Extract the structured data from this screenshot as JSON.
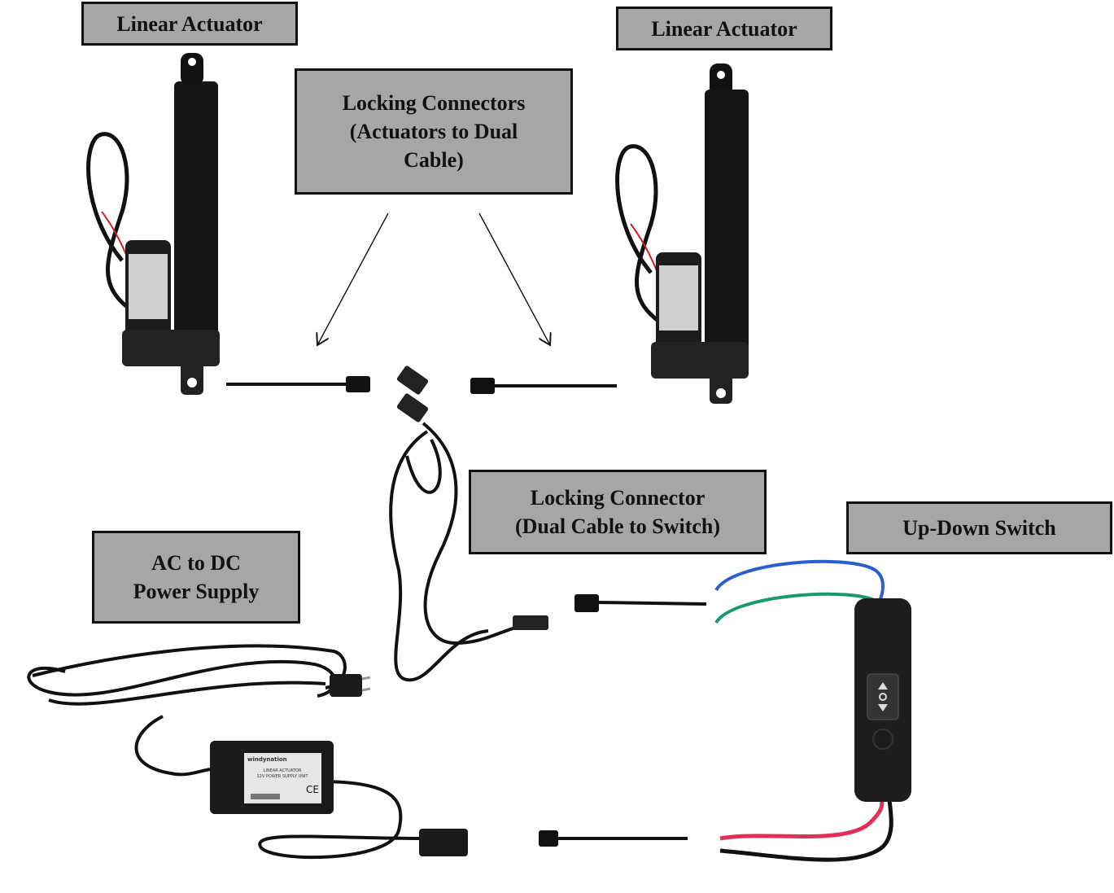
{
  "labels": {
    "actuator_left": "Linear Actuator",
    "actuator_right": "Linear Actuator",
    "locking_connectors": "Locking Connectors\n(Actuators to Dual\nCable)",
    "locking_connector_switch": "Locking Connector\n(Dual Cable to Switch)",
    "up_down_switch": "Up-Down Switch",
    "power_supply": "AC to DC\nPower Supply"
  },
  "power_supply_label": {
    "brand": "windynation",
    "line1": "LINEAR ACTUATOR",
    "line2": "12V POWER SUPPLY UNIT",
    "mark": "CE"
  },
  "colors": {
    "label_fill": "#a6a6a6",
    "label_border": "#111111",
    "wire_blue": "#2a5fd0",
    "wire_green": "#1a9a6a",
    "wire_red": "#e0305a"
  }
}
